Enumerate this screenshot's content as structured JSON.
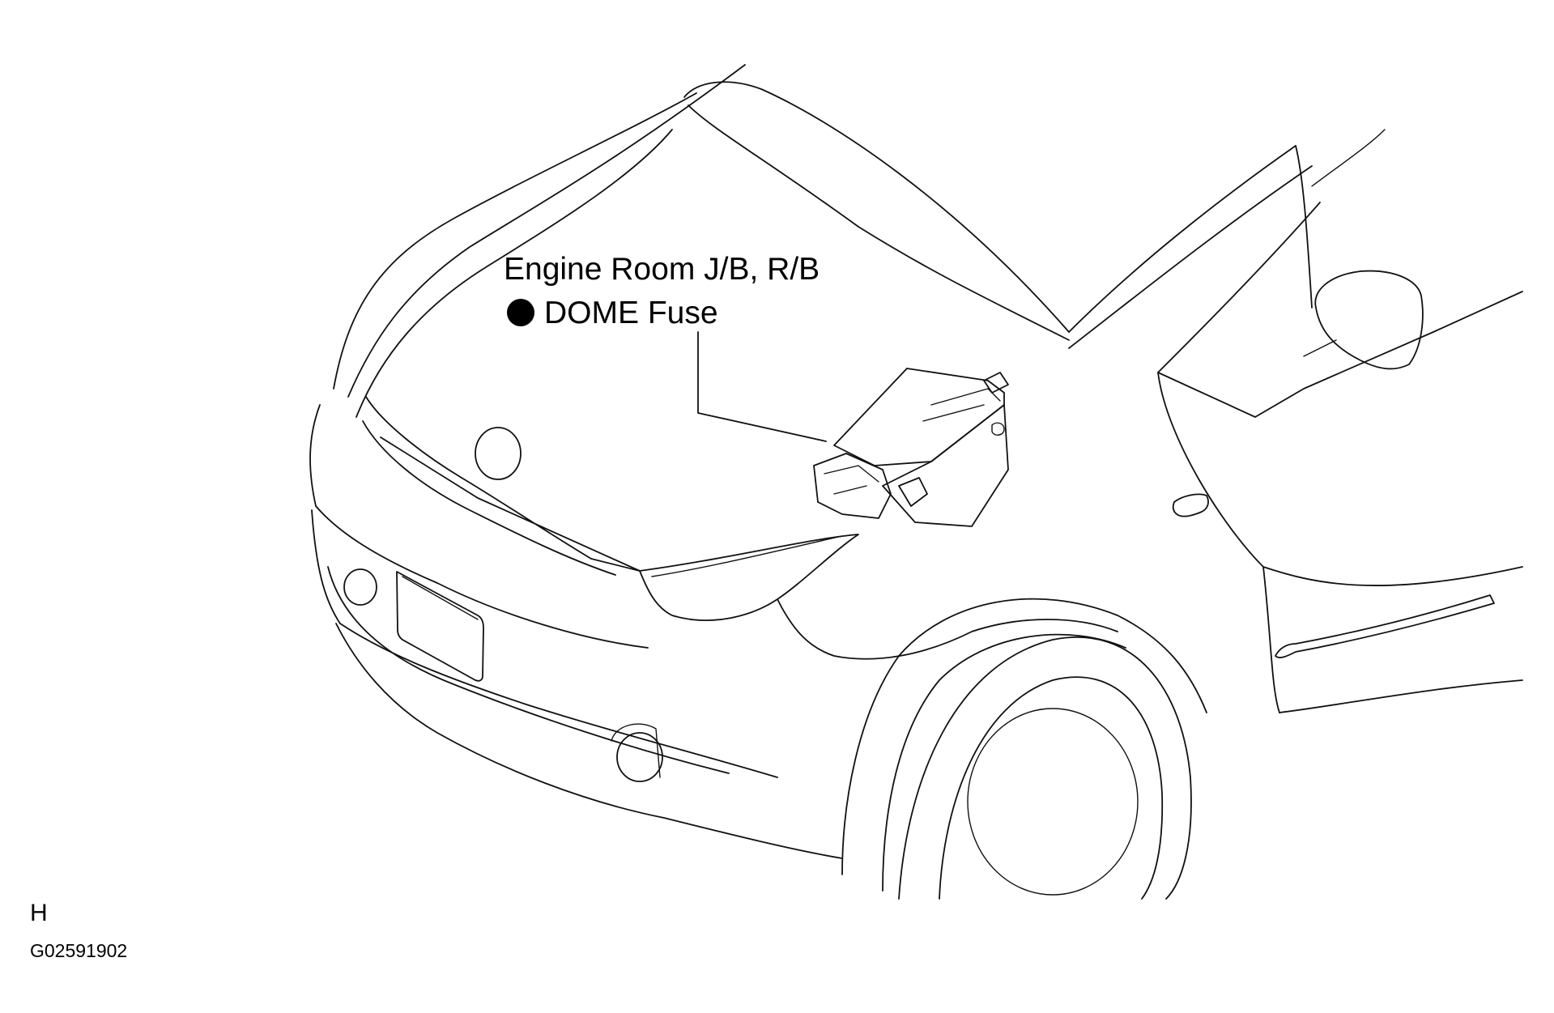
{
  "callout": {
    "title": "Engine Room J/B, R/B",
    "item": "DOME Fuse"
  },
  "footer": {
    "letter": "H",
    "code": "G02591902"
  }
}
